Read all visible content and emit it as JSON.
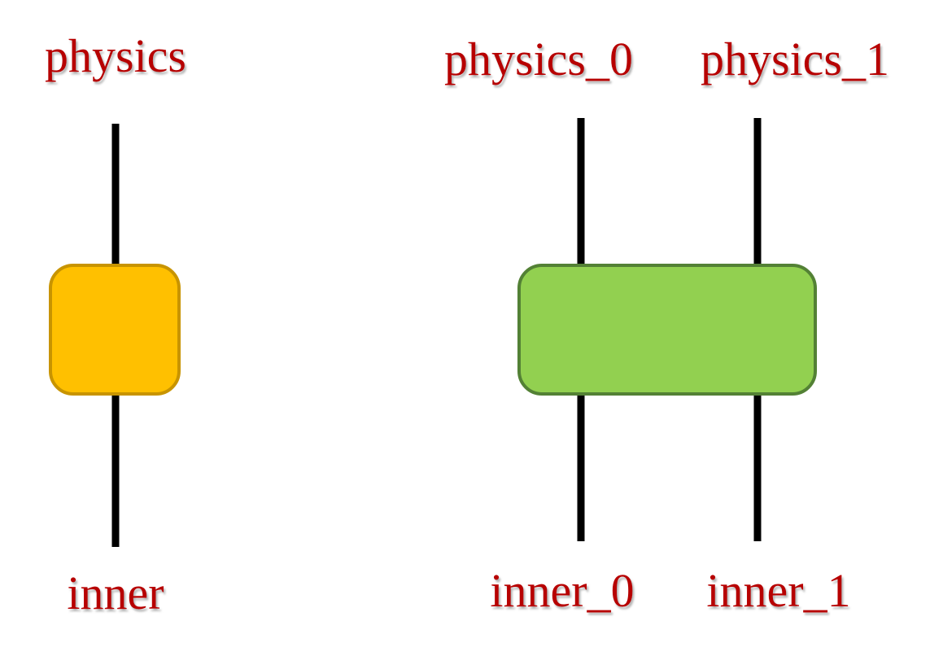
{
  "colors": {
    "label": "#b70000",
    "wire": "#000000",
    "single_fill": "#ffc000",
    "single_stroke": "#c89400",
    "pair_fill": "#92d050",
    "pair_stroke": "#538135",
    "shadow": "#9a9a9a"
  },
  "single": {
    "top_label": "physics",
    "bottom_label": "inner"
  },
  "pair": {
    "top_labels": [
      "physics_0",
      "physics_1"
    ],
    "bottom_labels": [
      "inner_0",
      "inner_1"
    ]
  }
}
